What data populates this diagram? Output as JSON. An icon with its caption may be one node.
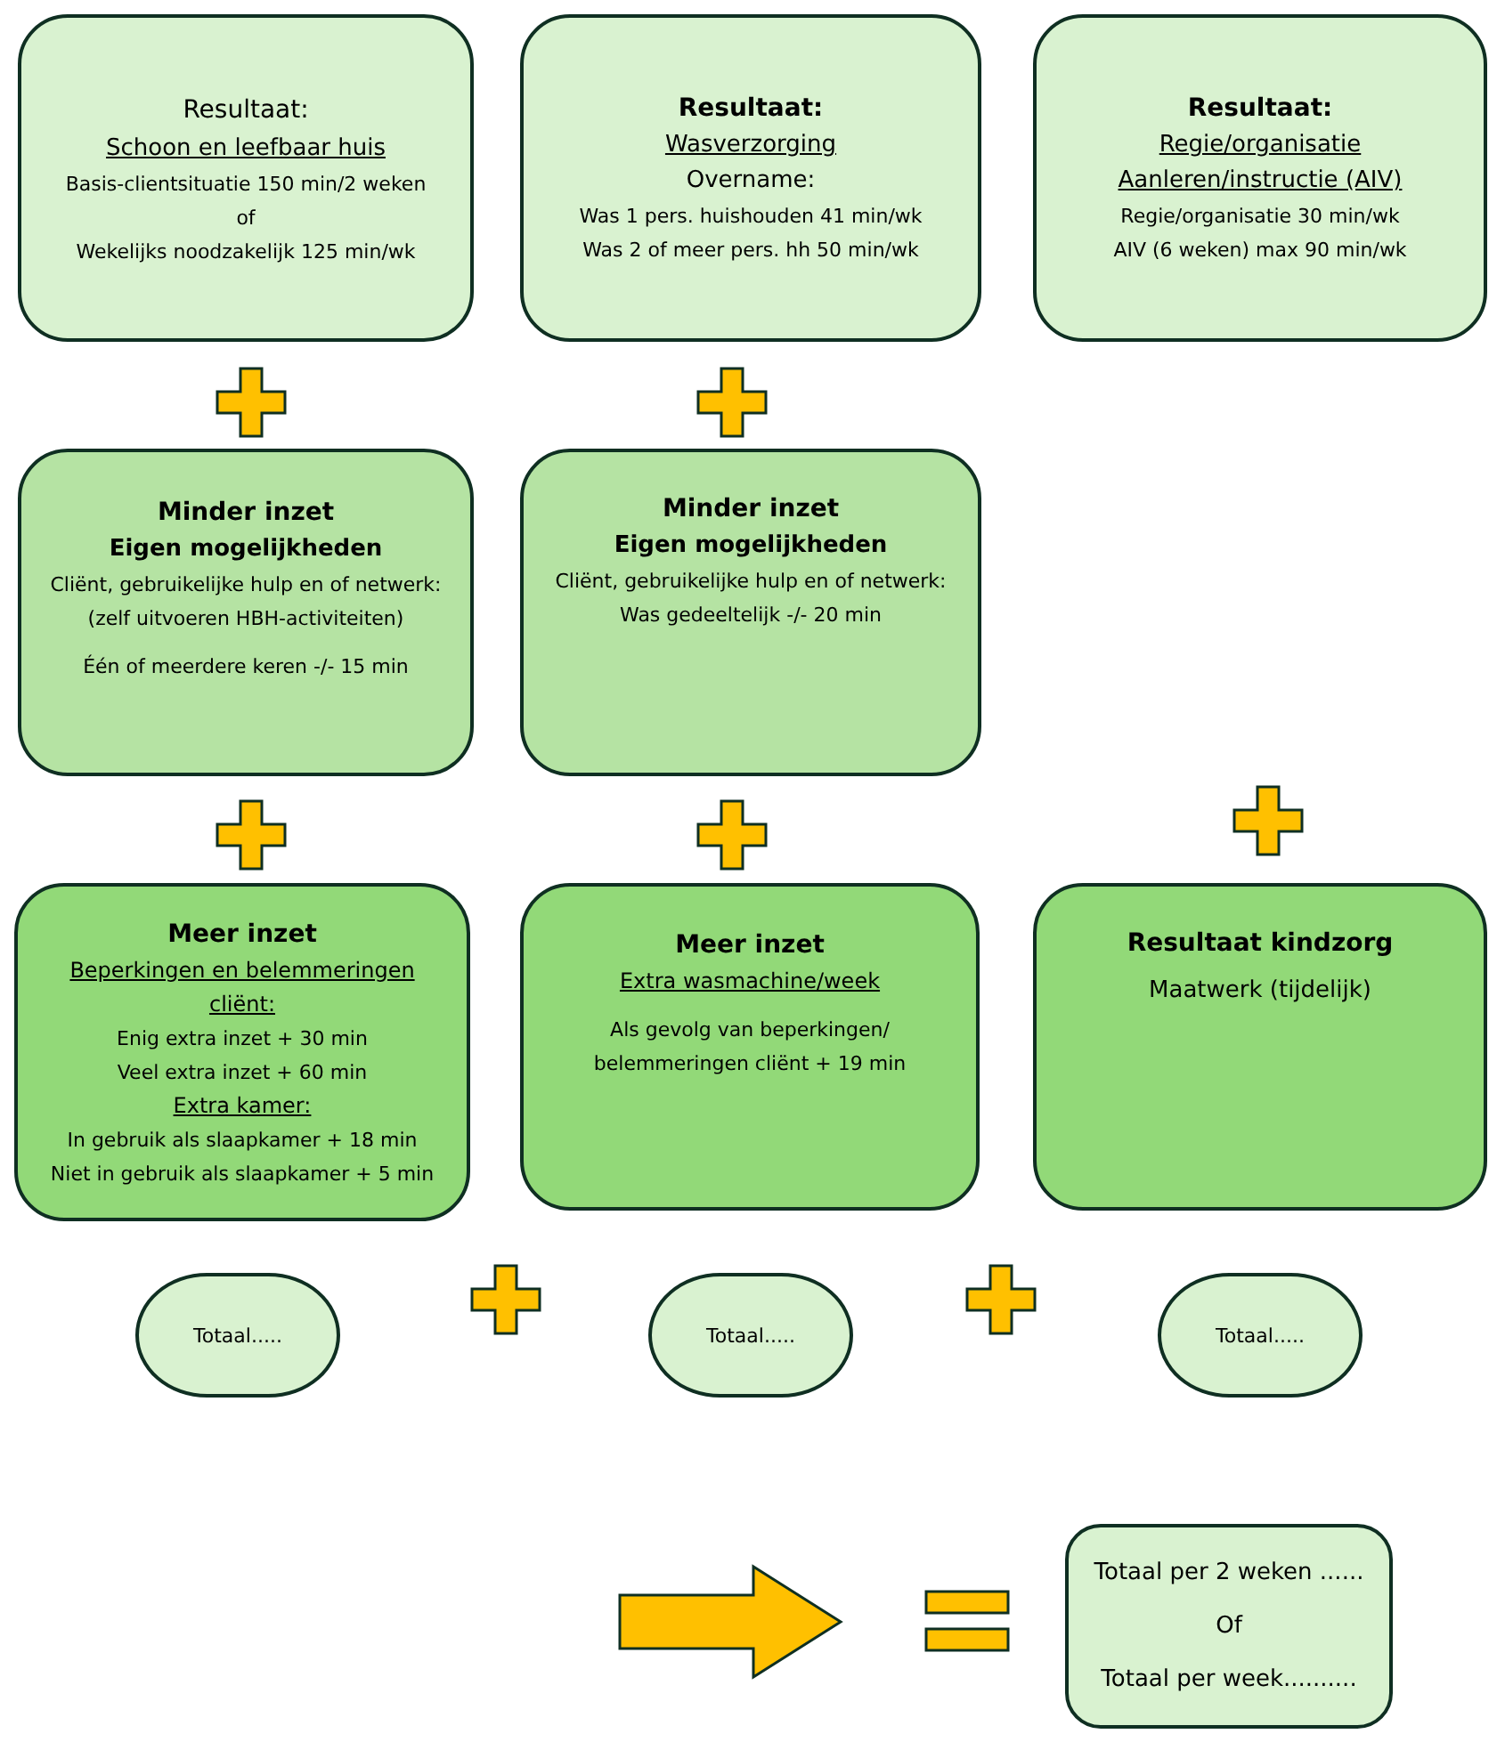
{
  "diagram": {
    "nodes": [
      {
        "text": [
          "Resultaat:",
          "Schoon en leefbaar huis",
          "Basis-clientsituatie 150 min/2 weken",
          "of",
          "Wekelijks noodzakelijk 125 min/wk"
        ]
      },
      {
        "text": [
          "Resultaat:",
          "Wasverzorging",
          "Overname:",
          "Was 1 pers. huishouden 41 min/wk",
          "Was 2 of meer pers. hh 50 min/wk"
        ]
      },
      {
        "text": [
          "Resultaat:",
          "Regie/organisatie",
          "Aanleren/instructie (AIV)",
          "Regie/organisatie 30 min/wk",
          "AIV (6 weken) max 90 min/wk"
        ]
      },
      {
        "text": [
          "Minder inzet",
          "Eigen mogelijkheden",
          "Cliënt, gebruikelijke hulp en of netwerk:",
          "(zelf uitvoeren HBH-activiteiten)",
          "Één of meerdere keren -/- 15 min"
        ]
      },
      {
        "text": [
          "Minder inzet",
          "Eigen mogelijkheden",
          "Cliënt, gebruikelijke hulp en of netwerk:",
          "Was gedeeltelijk -/- 20 min"
        ]
      },
      {
        "text": [
          "Meer inzet",
          "Beperkingen en belemmeringen cliënt:",
          "Enig extra inzet + 30 min",
          "Veel extra inzet + 60 min",
          "Extra kamer:",
          "In gebruik als slaapkamer + 18 min",
          "Niet in gebruik als slaapkamer + 5 min"
        ]
      },
      {
        "text": [
          "Meer inzet",
          "Extra wasmachine/week",
          "Als gevolg van beperkingen/ belemmeringen cliënt + 19 min"
        ]
      },
      {
        "text": [
          "Resultaat kindzorg",
          "Maatwerk (tijdelijk)"
        ]
      },
      {
        "text": [
          "Totaal....."
        ]
      },
      {
        "text": [
          "Totaal....."
        ]
      },
      {
        "text": [
          "Totaal....."
        ]
      },
      {
        "text": [
          "Totaal per 2 weken ......",
          "Of",
          "Totaal per week.........."
        ]
      }
    ]
  }
}
